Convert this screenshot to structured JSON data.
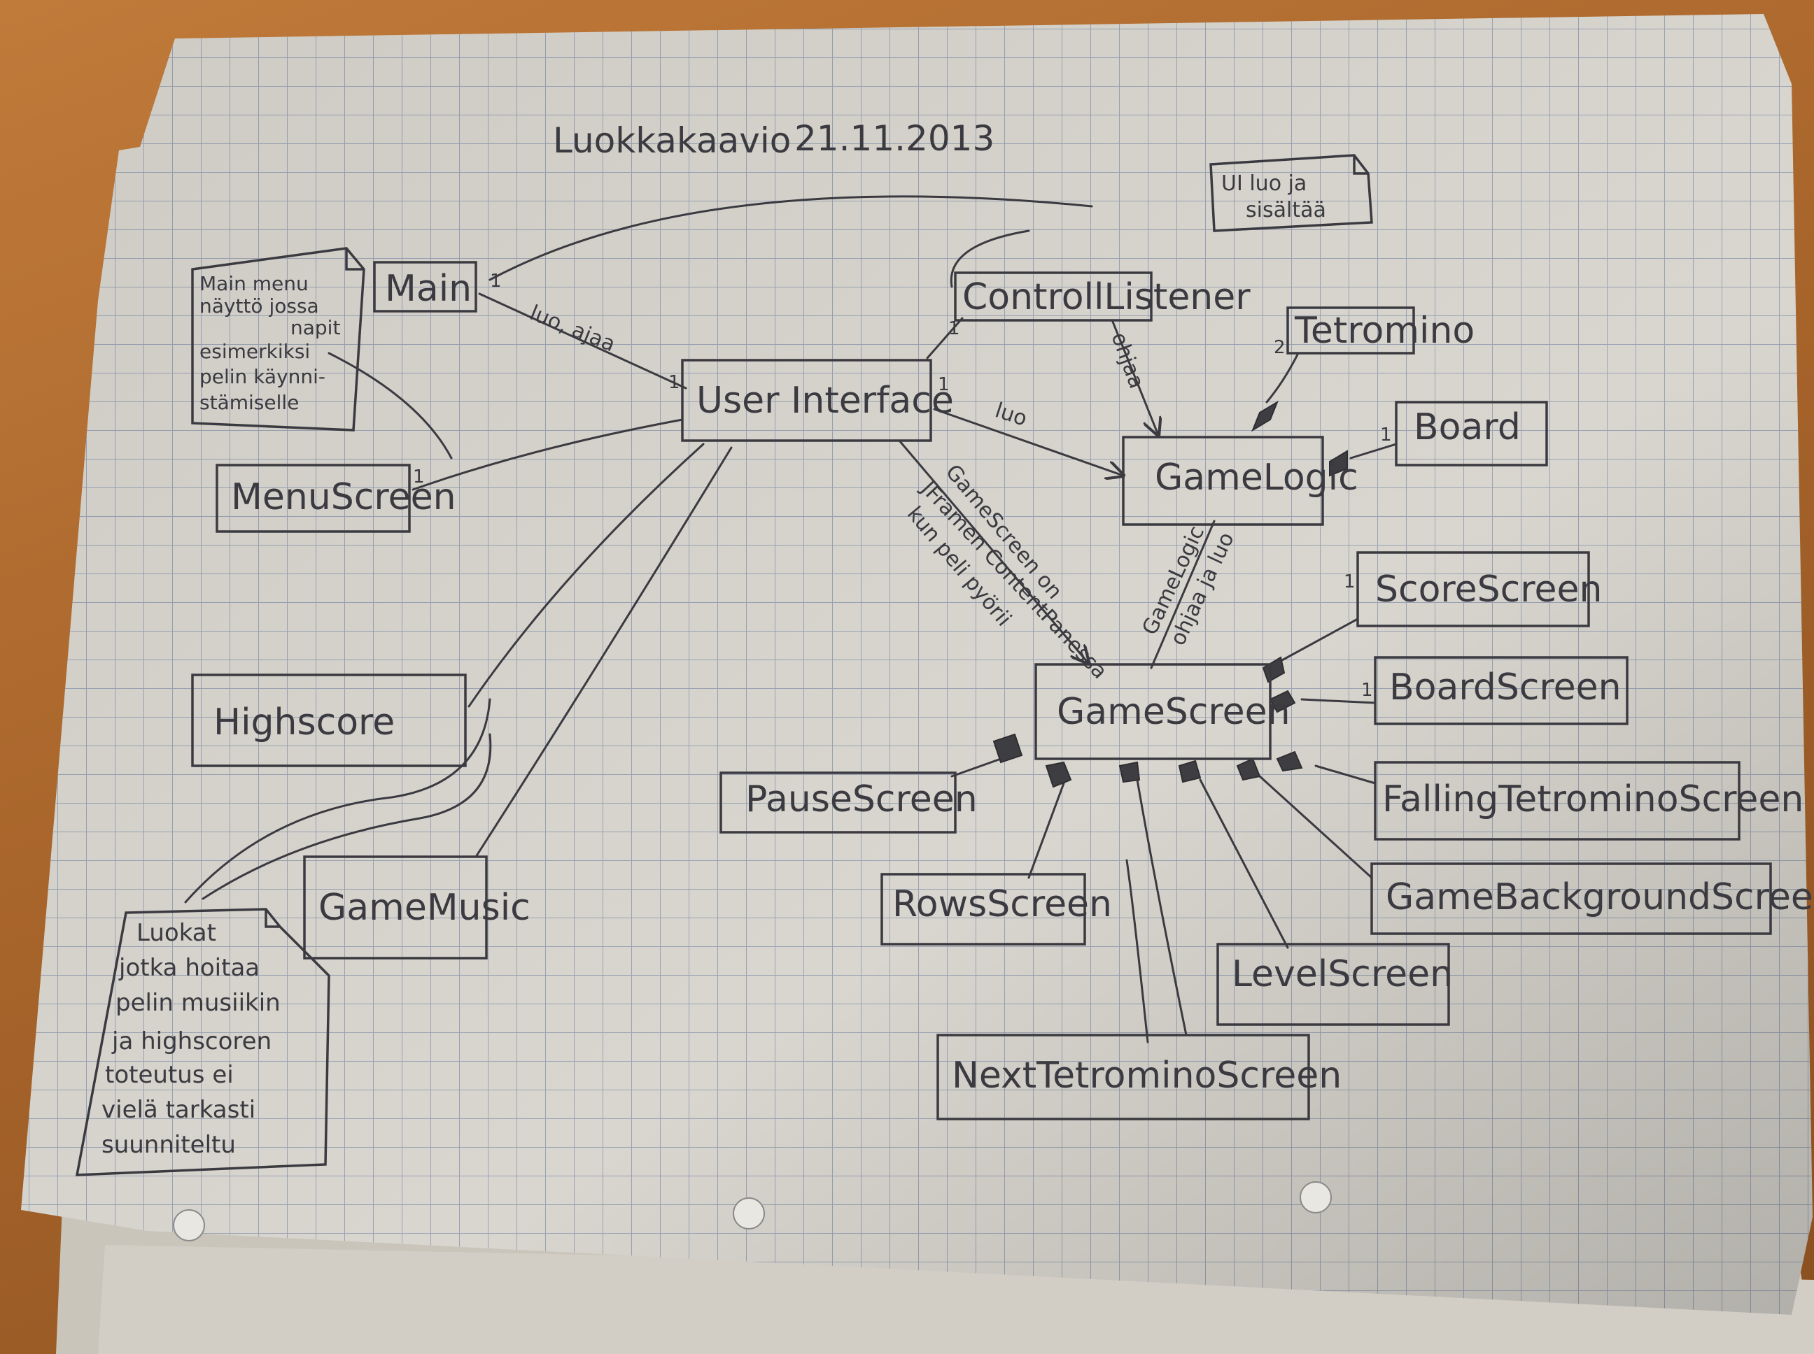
{
  "title": "Luokkakaavio",
  "date": "21.11.2013",
  "classes": {
    "main": "Main",
    "user_interface": "User Interface",
    "menu_screen": "MenuScreen",
    "controll_listener": "ControllListener",
    "tetromino": "Tetromino",
    "board": "Board",
    "game_logic": "GameLogic",
    "highscore": "Highscore",
    "game_music": "GameMusic",
    "game_screen": "GameScreen",
    "score_screen": "ScoreScreen",
    "board_screen": "BoardScreen",
    "falling_tetromino_screen": "FallingTetrominoScreen",
    "game_background_screen": "GameBackgroundScreen",
    "level_screen": "LevelScreen",
    "next_tetromino_screen": "NextTetrominoScreen",
    "rows_screen": "RowsScreen",
    "pause_screen": "PauseScreen"
  },
  "notes": {
    "ui_note": [
      "UI luo ja",
      "sisältää"
    ],
    "menu_note": [
      "Main menu",
      "näyttö jossa",
      "napit",
      "esimerkiksi",
      "pelin käynni-",
      "stämiselle"
    ],
    "music_note": [
      "Luokat",
      "jotka hoitaa",
      "pelin musiikin",
      "ja highscoren",
      "toteutus ei",
      "vielä tarkasti",
      "suunniteltu"
    ]
  },
  "relations": {
    "main_ui": "luo, ajaa",
    "ui_gamelogic": "luo",
    "listener_gamelogic": "ohjaa",
    "ui_gamescreen": [
      "GameScreen on",
      "JFramen ContentPanessa",
      "kun peli pyörii"
    ],
    "gamelogic_gamescreen": [
      "GameLogic",
      "ohjaa ja luo"
    ]
  },
  "multiplicity_one": "1",
  "multiplicity_two": "2",
  "colors": {
    "paper": "#d9d6cf",
    "grid": "#9aa3b4",
    "pencil": "#3a3a40",
    "diamond_fill": "#3d3d42"
  }
}
